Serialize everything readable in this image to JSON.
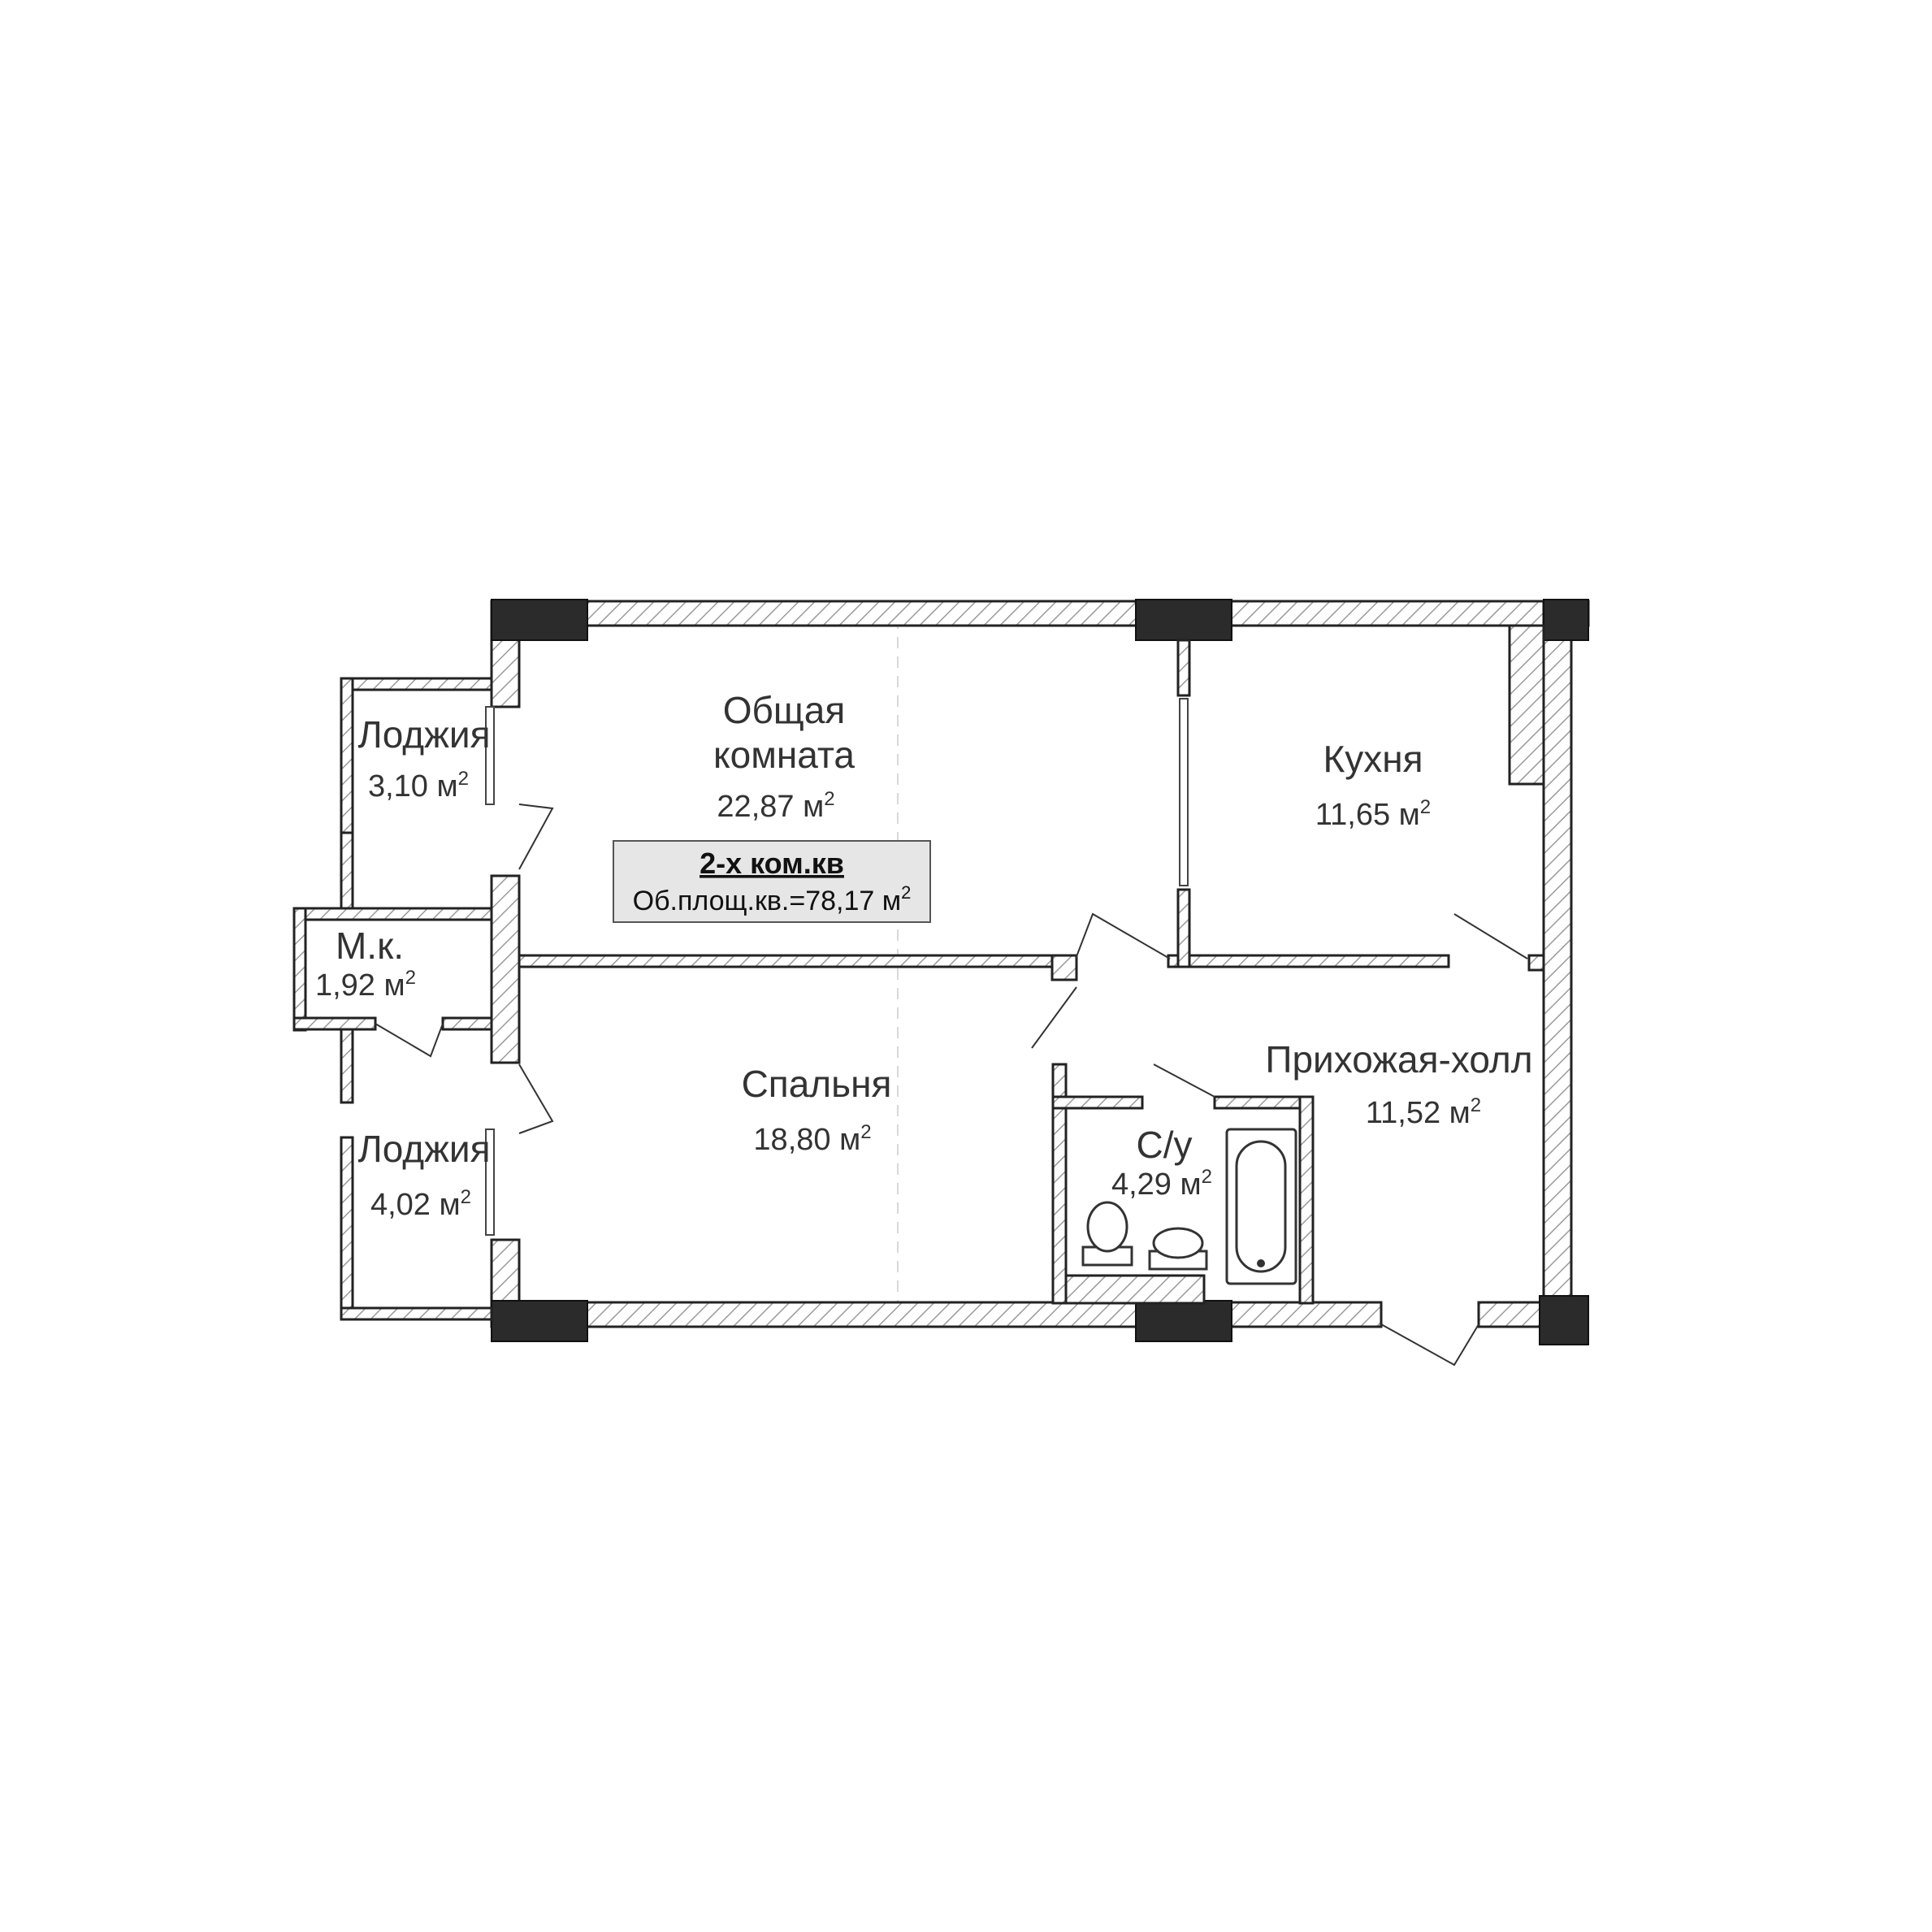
{
  "apartment": {
    "type_label": "2-х ком.кв",
    "total_area_label": "Об.площ.кв.=78,17 м",
    "total_area_value": 78.17,
    "area_unit": "м²"
  },
  "rooms": {
    "living": {
      "name_line1": "Общая",
      "name_line2": "комната",
      "area": "22,87 м"
    },
    "kitchen": {
      "name": "Кухня",
      "area": "11,65 м"
    },
    "bedroom": {
      "name": "Спальня",
      "area": "18,80 м"
    },
    "hall": {
      "name": "Прихожая-холл",
      "area": "11,52 м"
    },
    "bathroom": {
      "name": "С/у",
      "area": "4,29 м"
    },
    "loggia_top": {
      "name": "Лоджия",
      "area": "3,10 м"
    },
    "loggia_bottom": {
      "name": "Лоджия",
      "area": "4,02 м"
    },
    "storage": {
      "name": "М.к.",
      "area": "1,92 м"
    }
  },
  "superscript": "2",
  "colors": {
    "wall_outline": "#222222",
    "pillar": "#2b2b2b",
    "hatch": "#9a9a9a",
    "badge_fill": "#e6e6e6",
    "text": "#333333"
  }
}
